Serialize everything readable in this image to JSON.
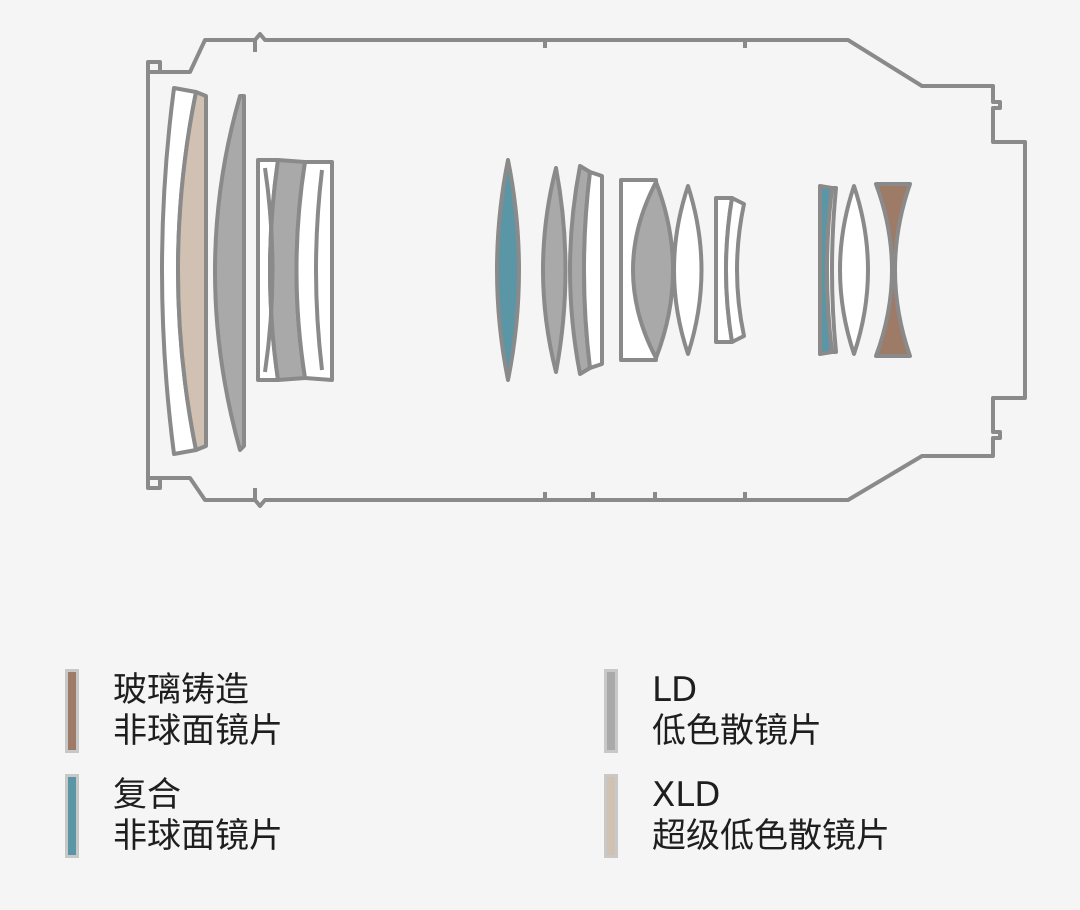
{
  "colors": {
    "background": "#f5f5f5",
    "outline": "#8a8a8a",
    "glass_molded_aspherical": "#9e7b66",
    "hybrid_aspherical": "#5b96a6",
    "ld": "#a9a9a9",
    "xld": "#d0c1b3",
    "plain_glass": "#ffffff"
  },
  "legend": [
    {
      "key": "glass_molded_aspherical",
      "line1": "玻璃铸造",
      "line2": "非球面镜片",
      "icon": "swatch-brown"
    },
    {
      "key": "hybrid_aspherical",
      "line1": "复合",
      "line2": "非球面镜片",
      "icon": "swatch-blue"
    },
    {
      "key": "ld",
      "line1": "LD",
      "line2": "低色散镜片",
      "icon": "swatch-gray"
    },
    {
      "key": "xld",
      "line1": "XLD",
      "line2": "超级低色散镜片",
      "icon": "swatch-beige"
    }
  ]
}
